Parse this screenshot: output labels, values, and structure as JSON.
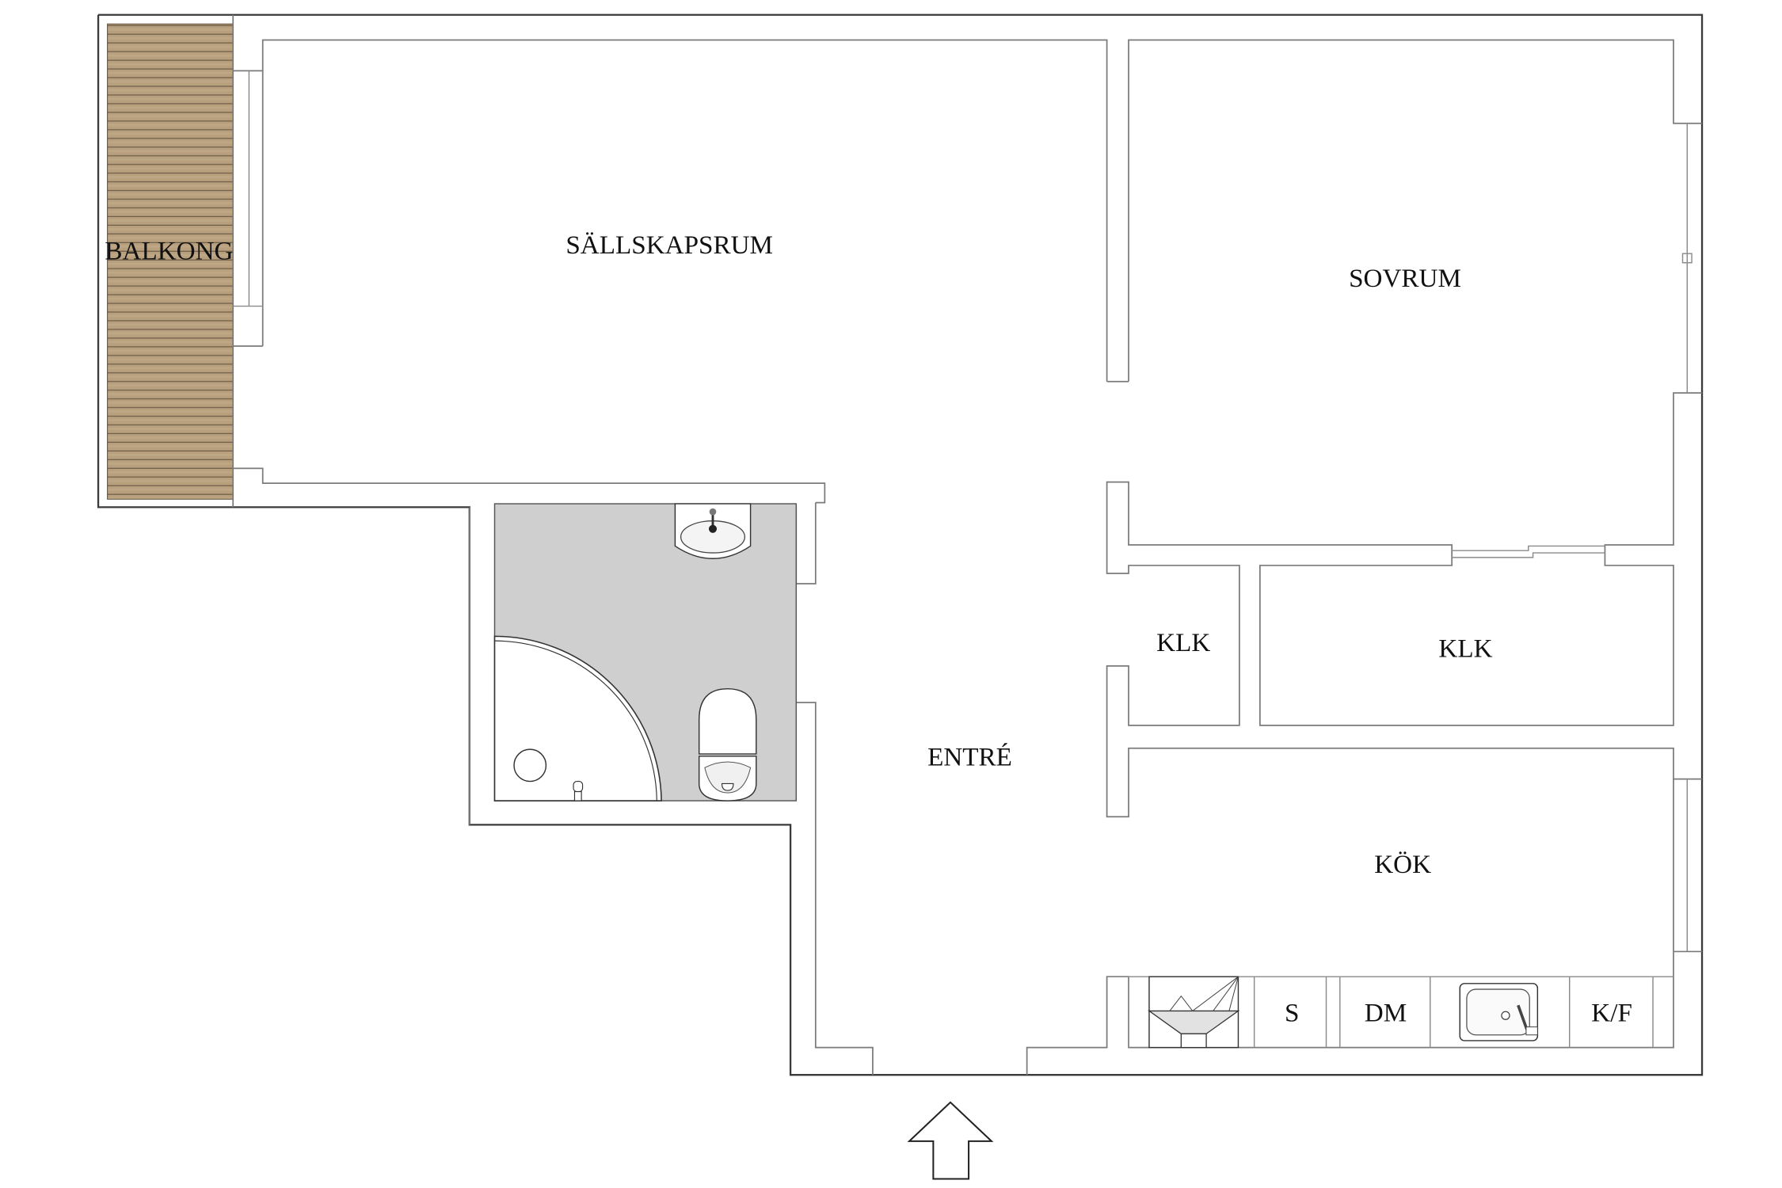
{
  "floor_plan": {
    "rooms": [
      {
        "id": "balkong",
        "label": "BALKONG"
      },
      {
        "id": "sallskapsrum",
        "label": "SÄLLSKAPSRUM"
      },
      {
        "id": "sovrum",
        "label": "SOVRUM"
      },
      {
        "id": "klk_small",
        "label": "KLK"
      },
      {
        "id": "klk_large",
        "label": "KLK"
      },
      {
        "id": "entre",
        "label": "ENTRÉ"
      },
      {
        "id": "kok",
        "label": "KÖK"
      }
    ],
    "kitchen_counter": {
      "labels": {
        "stove": "S",
        "dishwasher": "DM",
        "fridge_freezer": "K/F"
      }
    },
    "entrance_arrow": "entrance-arrow-icon"
  },
  "colors": {
    "balcony_wood": "#b89f7e",
    "balcony_plank_line": "#6e5e48",
    "bathroom_floor": "#cfcfcf",
    "walls": "#3a3a3a"
  }
}
